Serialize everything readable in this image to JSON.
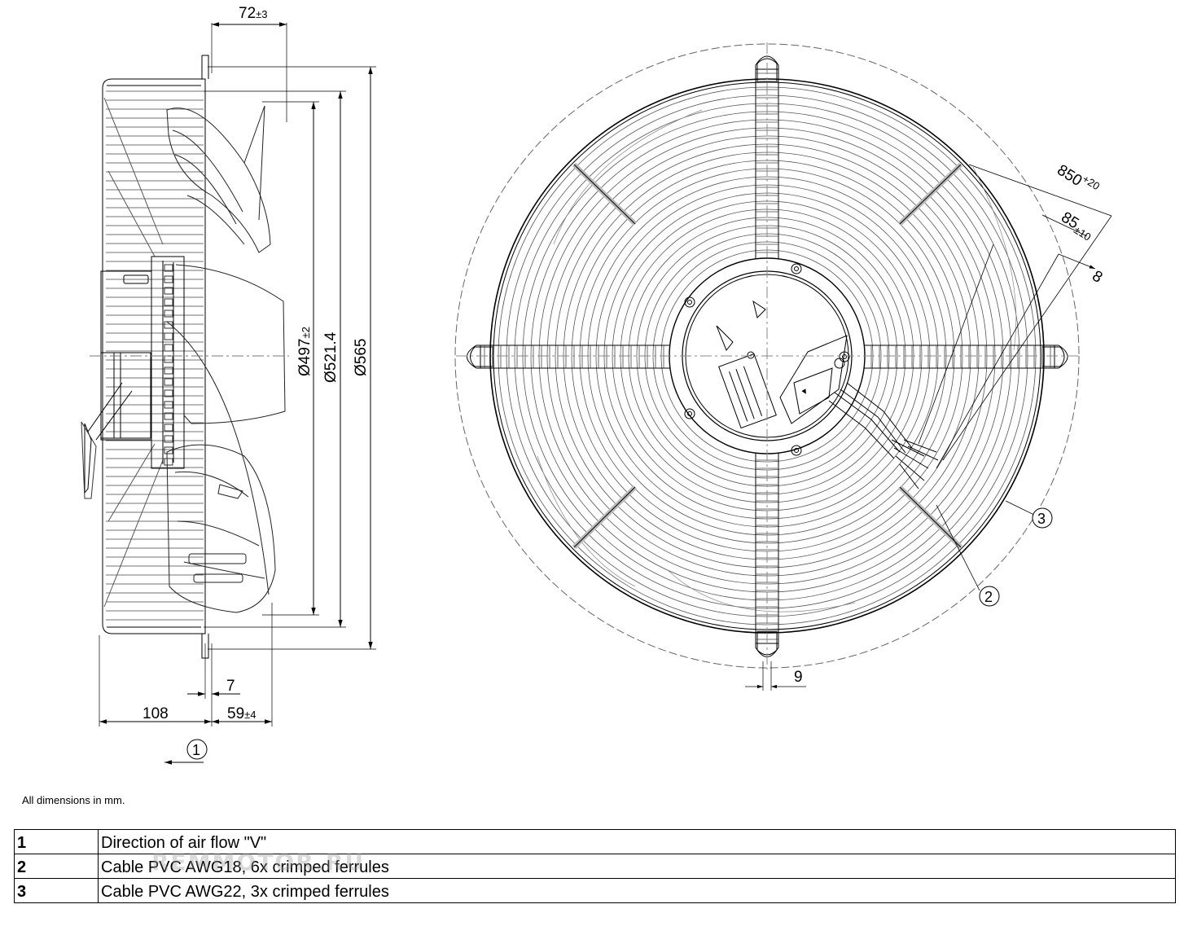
{
  "note": "All dimensions in mm.",
  "dimensions": {
    "side": {
      "depth_top": "72",
      "depth_top_tol": "±3",
      "dia_inner": "Ø497",
      "dia_inner_tol": "±2",
      "dia_mid": "Ø521.4",
      "dia_outer": "Ø565",
      "bottom_a": "7",
      "bottom_b": "108",
      "bottom_c": "59",
      "bottom_c_tol": "±4"
    },
    "front": {
      "cable_len": "850",
      "cable_len_tol": "+20",
      "strip_len": "85",
      "strip_len_tol": "±10",
      "ferrule_len": "8",
      "slot_width": "9"
    }
  },
  "callouts": [
    "1",
    "2",
    "3"
  ],
  "legend": [
    {
      "num": "1",
      "text": "Direction of air flow \"V\""
    },
    {
      "num": "2",
      "text": "Cable PVC AWG18, 6x crimped ferrules"
    },
    {
      "num": "3",
      "text": "Cable PVC AWG22, 3x crimped ferrules"
    }
  ],
  "watermark": "REMMOTOR.RU",
  "colors": {
    "line": "#000000",
    "thin": "#555555",
    "paper": "#ffffff"
  }
}
